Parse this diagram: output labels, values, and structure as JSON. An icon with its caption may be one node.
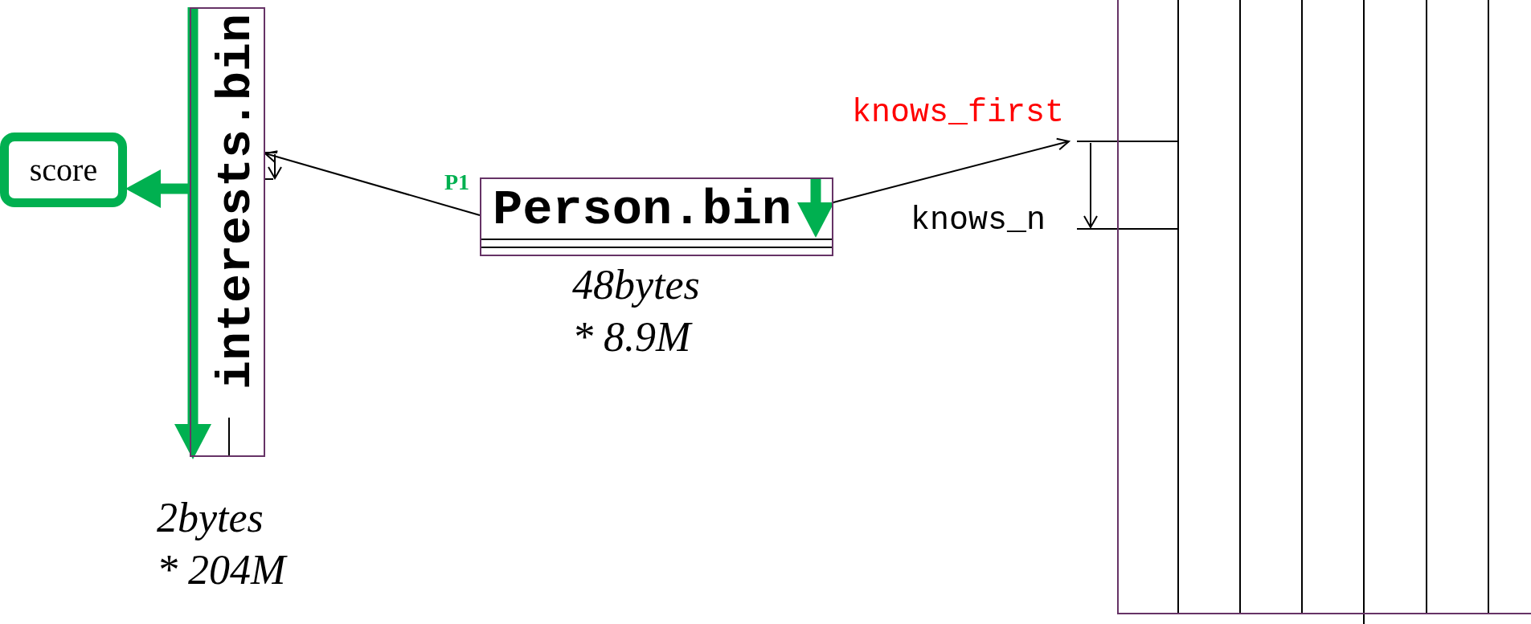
{
  "diagram": {
    "nodes": [
      {
        "text": [
          "score"
        ]
      },
      {
        "text": [
          "interests.bin"
        ],
        "beside": [
          "2bytes * 204M"
        ]
      },
      {
        "text": [
          "Person.bin"
        ],
        "beside": [
          "48bytes * 8.9M"
        ]
      },
      {
        "text": [
          "knows_first"
        ]
      },
      {
        "text": [],
        "shape": "box"
      }
    ],
    "edges": [
      {
        "from": 2,
        "to": 1,
        "arrow": "to"
      },
      {
        "from": 2,
        "to": 3,
        "arrow": "to"
      },
      {
        "from": 1,
        "to": 0,
        "arrow": "to",
        "style": "thick",
        "color": "#00b050"
      },
      {
        "from": 3,
        "to": 4,
        "arrow": "none"
      }
    ],
    "labels": [
      "P1",
      "knows_n"
    ]
  }
}
